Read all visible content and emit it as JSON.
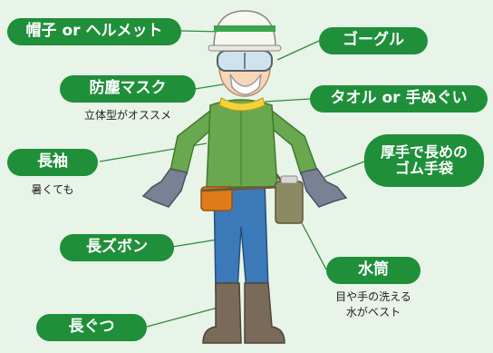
{
  "labels": {
    "helmet": "帽子 or ヘルメット",
    "goggles": "ゴーグル",
    "dust_mask": "防塵マスク",
    "towel": "タオル or 手ぬぐい",
    "long_sleeves": "長袖",
    "gloves_line1": "厚手で長めの",
    "gloves_line2": "ゴム手袋",
    "long_pants": "長ズボン",
    "water_bottle": "水筒",
    "boots": "長ぐつ"
  },
  "notes": {
    "dust_mask": "立体型がオススメ",
    "long_sleeves": "暑くても",
    "water_bottle_line1": "目や手の洗える",
    "water_bottle_line2": "水がベスト"
  },
  "colors": {
    "background": "#e8f4e7",
    "label_fill": "#1f8f3a",
    "label_text": "#ffffff",
    "shirt": "#6aa84f",
    "pants": "#3c79b8",
    "boots": "#7a6a5a",
    "gloves": "#7b8194",
    "pouch": "#e07b1c",
    "bottle": "#8c8a62",
    "towel": "#f2d33a",
    "helmet": "#f7f7f2",
    "helmet_stripe": "#3aa54a"
  }
}
